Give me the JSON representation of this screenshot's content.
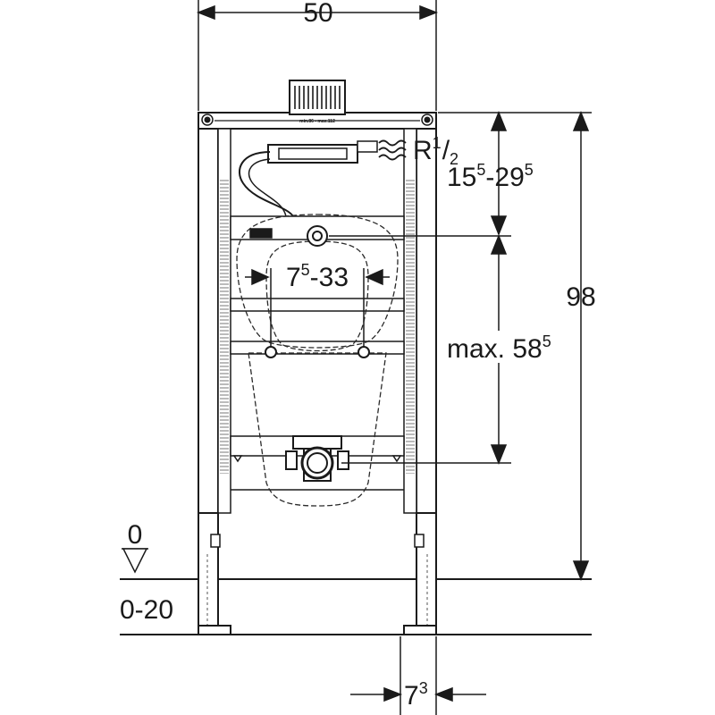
{
  "width": {
    "main": "50"
  },
  "pipe": {
    "prefix": "R",
    "num": "1",
    "den": "2"
  },
  "height_total": {
    "main": "98"
  },
  "supply_height": {
    "a": "15",
    "a_sup": "5",
    "sep": "-",
    "b": "29",
    "b_sup": "5"
  },
  "bracket_spacing": {
    "a": "7",
    "a_sup": "5",
    "sep": "-",
    "b": "33"
  },
  "max_height": {
    "prefix": "max. ",
    "main": "58",
    "sup": "5"
  },
  "floor": {
    "zero": "0",
    "range": "0-20"
  },
  "foot_depth": {
    "main": "7",
    "sup": "3"
  },
  "plate": {
    "text": "min.86 - max.112"
  },
  "colors": {
    "line": "#1a1a1a",
    "frame": "#2b2b2b",
    "hatch": "#777777",
    "background": "#ffffff"
  }
}
